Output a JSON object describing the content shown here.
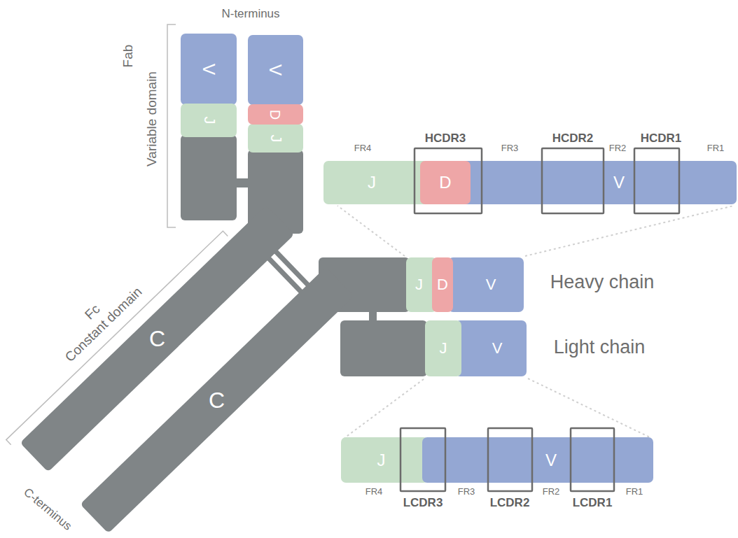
{
  "diagram": {
    "nodes": [
      {
        "text": [
          "V"
        ]
      },
      {
        "text": [
          "J"
        ]
      },
      {
        "text": [
          "V"
        ]
      },
      {
        "text": [
          "D"
        ]
      },
      {
        "text": [
          "J"
        ]
      },
      {
        "text": [
          "J"
        ]
      },
      {
        "text": [
          "D"
        ]
      },
      {
        "text": [
          "V"
        ]
      },
      {
        "text": [
          "C"
        ]
      },
      {
        "text": [
          "C"
        ]
      },
      {
        "text": [
          "J"
        ]
      },
      {
        "text": [
          "D"
        ]
      },
      {
        "text": [
          "V"
        ]
      },
      {
        "text": [
          "J"
        ]
      },
      {
        "text": [
          "V"
        ]
      },
      {
        "text": [
          "J"
        ]
      },
      {
        "text": [
          "V"
        ]
      }
    ],
    "labels": [
      "N-terminus",
      "Fab",
      "Variable domain",
      "FR4",
      "HCDR3",
      "FR3",
      "HCDR2",
      "FR2",
      "HCDR1",
      "FR1",
      "Heavy chain",
      "Light chain",
      "Fc",
      "Constant domain",
      "C-terminus",
      "FR4",
      "LCDR3",
      "FR3",
      "LCDR2",
      "FR2",
      "LCDR1",
      "FR1"
    ]
  }
}
